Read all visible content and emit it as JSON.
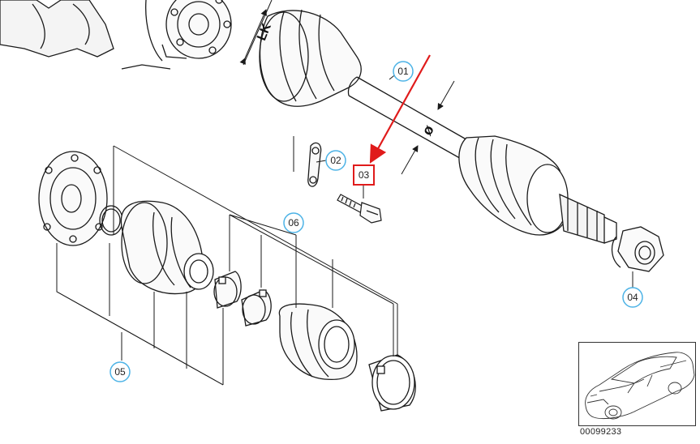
{
  "callouts": {
    "c01": "01",
    "c02": "02",
    "c03": "03",
    "c04": "04",
    "c05": "05",
    "c06": "06"
  },
  "dimensions": {
    "lk": "LK",
    "diameter": "ø"
  },
  "caption": "00099233",
  "colors": {
    "callout_stroke": "#4db3e6",
    "highlight": "#e01b1b",
    "line": "#1a1a1a"
  }
}
